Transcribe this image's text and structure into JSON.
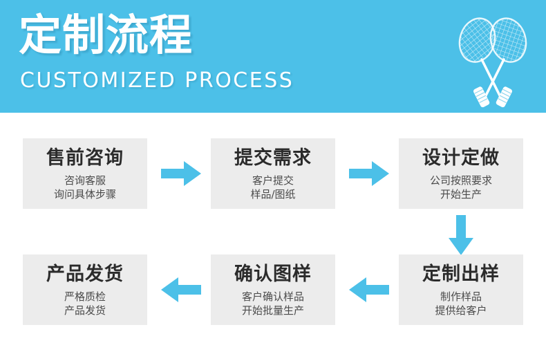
{
  "banner": {
    "title": "定制流程",
    "subtitle": "CUSTOMIZED PROCESS",
    "background_color": "#4cc0e8",
    "text_color": "#ffffff",
    "decor_icon": "crossed-badminton-rackets-icon"
  },
  "flow": {
    "box_color": "#ececec",
    "arrow_color": "#4cc0e8",
    "steps": [
      {
        "title": "售前咨询",
        "lines": [
          "咨询客服",
          "询问具体步骤"
        ]
      },
      {
        "title": "提交需求",
        "lines": [
          "客户提交",
          "样品/图纸"
        ]
      },
      {
        "title": "设计定做",
        "lines": [
          "公司按照要求",
          "开始生产"
        ]
      },
      {
        "title": "定制出样",
        "lines": [
          "制作样品",
          "提供给客户"
        ]
      },
      {
        "title": "确认图样",
        "lines": [
          "客户确认样品",
          "开始批量生产"
        ]
      },
      {
        "title": "产品发货",
        "lines": [
          "严格质检",
          "产品发货"
        ]
      }
    ],
    "arrows": [
      {
        "name": "arrow-right-step1-step2",
        "direction": "right"
      },
      {
        "name": "arrow-right-step2-step3",
        "direction": "right"
      },
      {
        "name": "arrow-down-step3-step4",
        "direction": "down"
      },
      {
        "name": "arrow-left-step4-step5",
        "direction": "left"
      },
      {
        "name": "arrow-left-step5-step6",
        "direction": "left"
      }
    ]
  }
}
